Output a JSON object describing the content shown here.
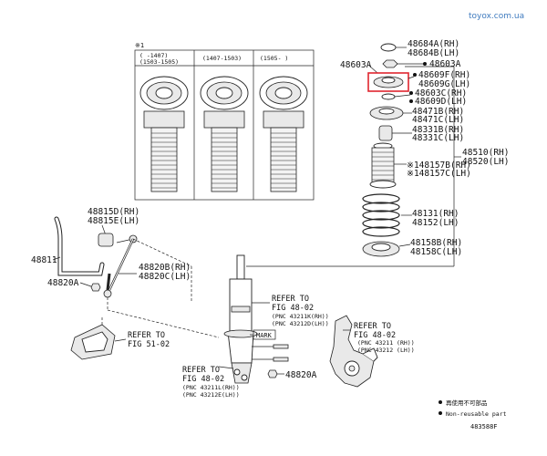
{
  "watermark": "toyox.com.ua",
  "diagram_id": "483588F",
  "inset": {
    "note_mark": "※1",
    "columns": [
      {
        "line1": "(      -1407)",
        "line2": "(1503-1505)"
      },
      {
        "line1": "(1407-1503)",
        "line2": ""
      },
      {
        "line1": "(1505-      )",
        "line2": ""
      }
    ]
  },
  "parts": {
    "p48684A": "48684A(RH)",
    "p48684B": "48684B(LH)",
    "p48603A_top": "48603A",
    "p48603A_left": "48603A",
    "p48609F": "48609F(RH)",
    "p48609G": "48609G(LH)",
    "p48603C": "48603C(RH)",
    "p48609D": "48609D(LH)",
    "p48471B": "48471B(RH)",
    "p48471C": "48471C(LH)",
    "p48331B": "48331B(RH)",
    "p48331C": "48331C(LH)",
    "p48157B": "※148157B(RH)",
    "p48157C": "※148157C(LH)",
    "p48510": "48510(RH)",
    "p48520": "48520(LH)",
    "p48131": "48131(RH)",
    "p48152": "48152(LH)",
    "p48158B": "48158B(RH)",
    "p48158C": "48158C(LH)",
    "p48815D": "48815D(RH)",
    "p48815E": "48815E(LH)",
    "p48811": "48811",
    "p48820B": "48820B(RH)",
    "p48820C": "48820C(LH)",
    "p48820A_left": "48820A",
    "p48820A_bottom": "48820A",
    "mark_label": "MARK"
  },
  "refs": {
    "fig5102": {
      "l1": "REFER TO",
      "l2": "FIG 51-02"
    },
    "fig4802_mid": {
      "l1": "REFER TO",
      "l2": "FIG 48-02",
      "l3": "(PNC 43211K(RH))",
      "l4": "(PNC 43212D(LH))"
    },
    "fig4802_low": {
      "l1": "REFER TO",
      "l2": "FIG 48-02",
      "l3": "(PNC 43211L(RH))",
      "l4": "(PNC 43212E(LH))"
    },
    "fig4802_right": {
      "l1": "REFER TO",
      "l2": "FIG 48-02",
      "l3": "(PNC 43211 (RH))",
      "l4": "(PNC 43212 (LH))"
    }
  },
  "legend": {
    "item1": "再使用不可部品",
    "item2": "Non-reusable part"
  },
  "colors": {
    "highlight": "#e0262f",
    "watermark": "#3f7bbf"
  }
}
